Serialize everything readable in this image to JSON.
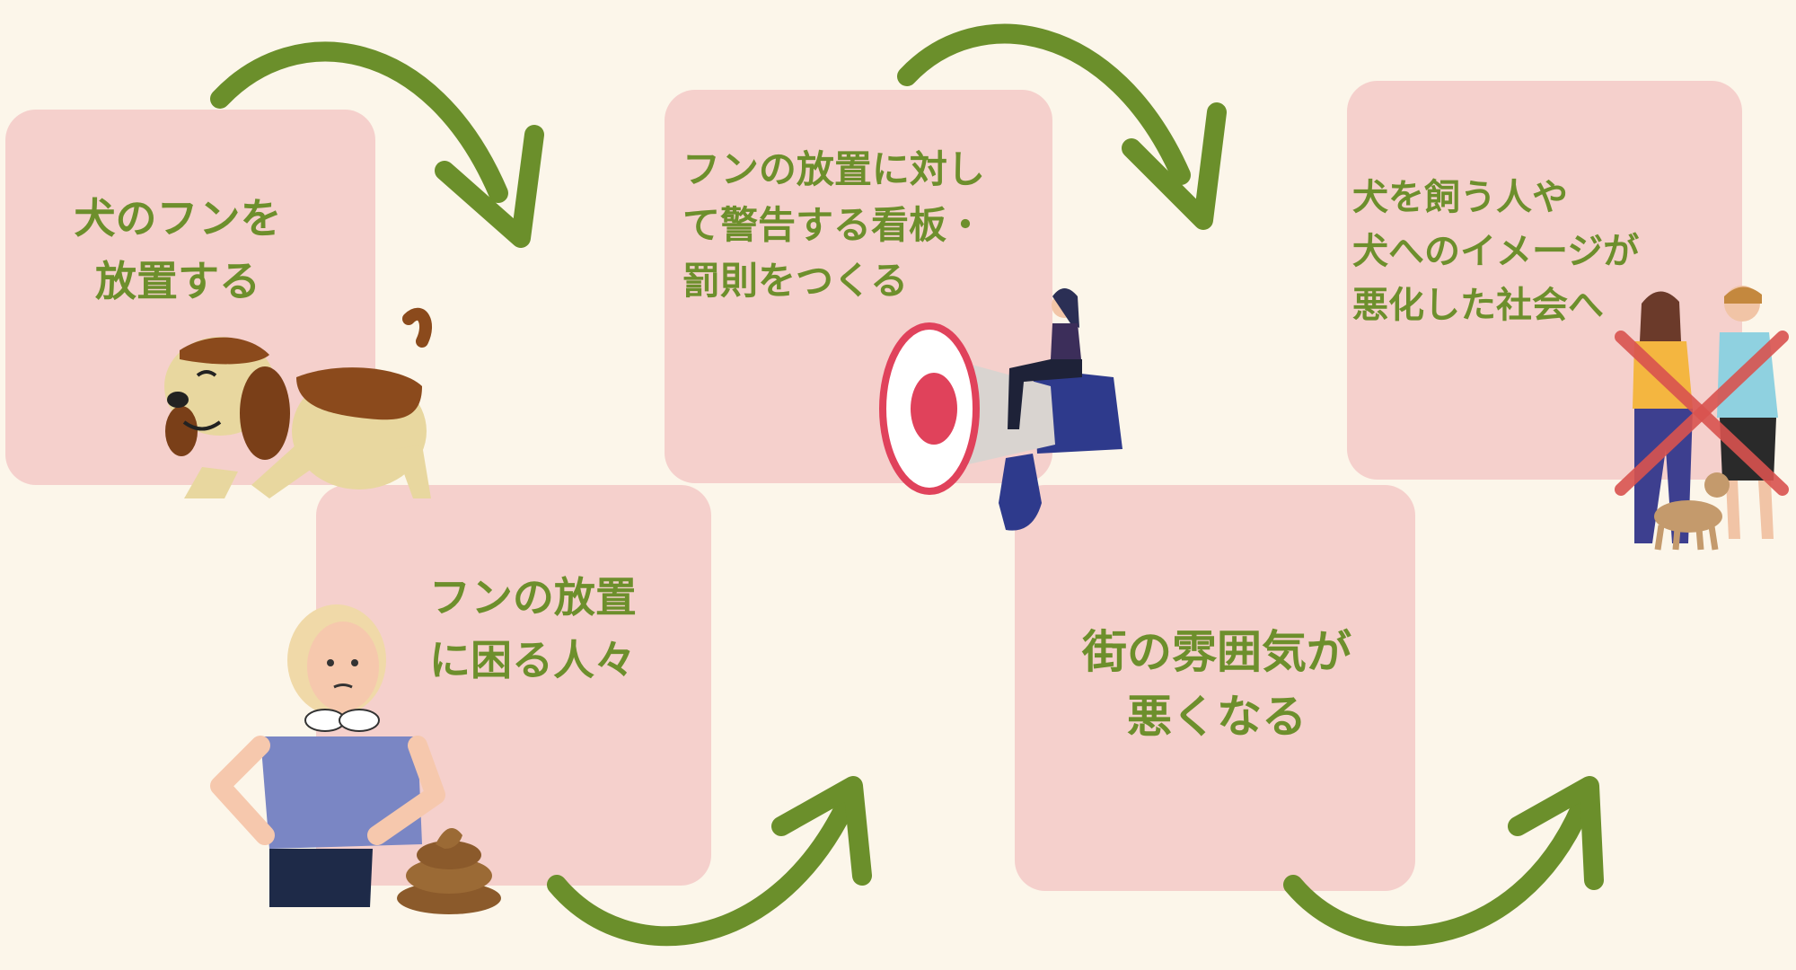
{
  "steps": [
    {
      "text": "犬のフンを\n放置する"
    },
    {
      "text": "フンの放置\nに困る人々"
    },
    {
      "text": "フンの放置に対し\nて警告する看板・\n罰則をつくる"
    },
    {
      "text": "街の雰囲気が\n悪くなる"
    },
    {
      "text": "犬を飼う人や\n犬へのイメージが\n悪化した社会へ"
    }
  ],
  "colors": {
    "background": "#fcf6ea",
    "card": "#f5d0cc",
    "text": "#6d8f2c",
    "arrow": "#6b8f2b",
    "cross": "#d9534f"
  },
  "icons": [
    "dog-icon",
    "worried-woman-icon",
    "poop-icon",
    "megaphone-icon",
    "couple-with-dog-icon",
    "cross-icon",
    "curved-arrow-icon"
  ]
}
